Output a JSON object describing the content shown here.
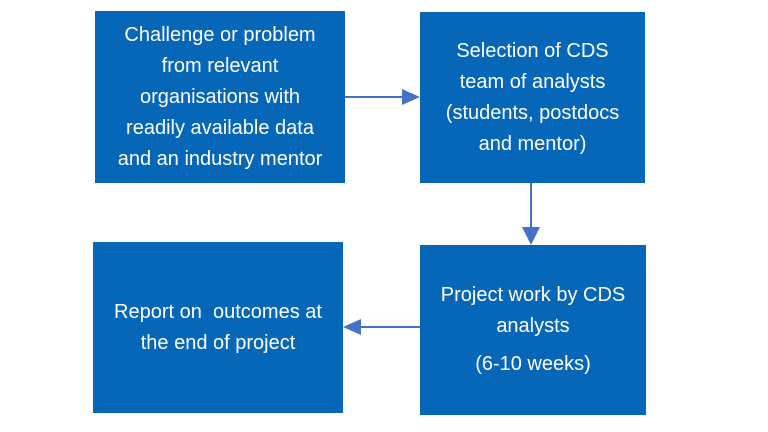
{
  "colors": {
    "background": "#ffffff",
    "box_fill": "#0667b8",
    "box_text": "#ffffff",
    "arrow": "#4472c4"
  },
  "boxes": [
    {
      "id": "challenge",
      "text": "Challenge or problem from relevant organisations with readily available data and an industry mentor",
      "lines": [
        "Challenge or problem",
        "from relevant",
        "organisations with",
        "readily available data",
        "and an industry mentor"
      ]
    },
    {
      "id": "selection",
      "text": "Selection of CDS team of analysts (students, postdocs and mentor)",
      "lines": [
        "Selection of CDS",
        "team of analysts",
        "(students, postdocs",
        "and mentor)"
      ]
    },
    {
      "id": "project",
      "text": "Project work by CDS analysts (6-10 weeks)",
      "lines": [
        "Project work by CDS",
        "analysts",
        "(6-10 weeks)"
      ]
    },
    {
      "id": "report",
      "text": "Report on  outcomes at the end of project",
      "lines": [
        "Report on  outcomes at",
        "the end of project"
      ]
    }
  ],
  "arrows": [
    {
      "from": "challenge",
      "to": "selection",
      "direction": "right"
    },
    {
      "from": "selection",
      "to": "project",
      "direction": "down"
    },
    {
      "from": "project",
      "to": "report",
      "direction": "left"
    }
  ]
}
